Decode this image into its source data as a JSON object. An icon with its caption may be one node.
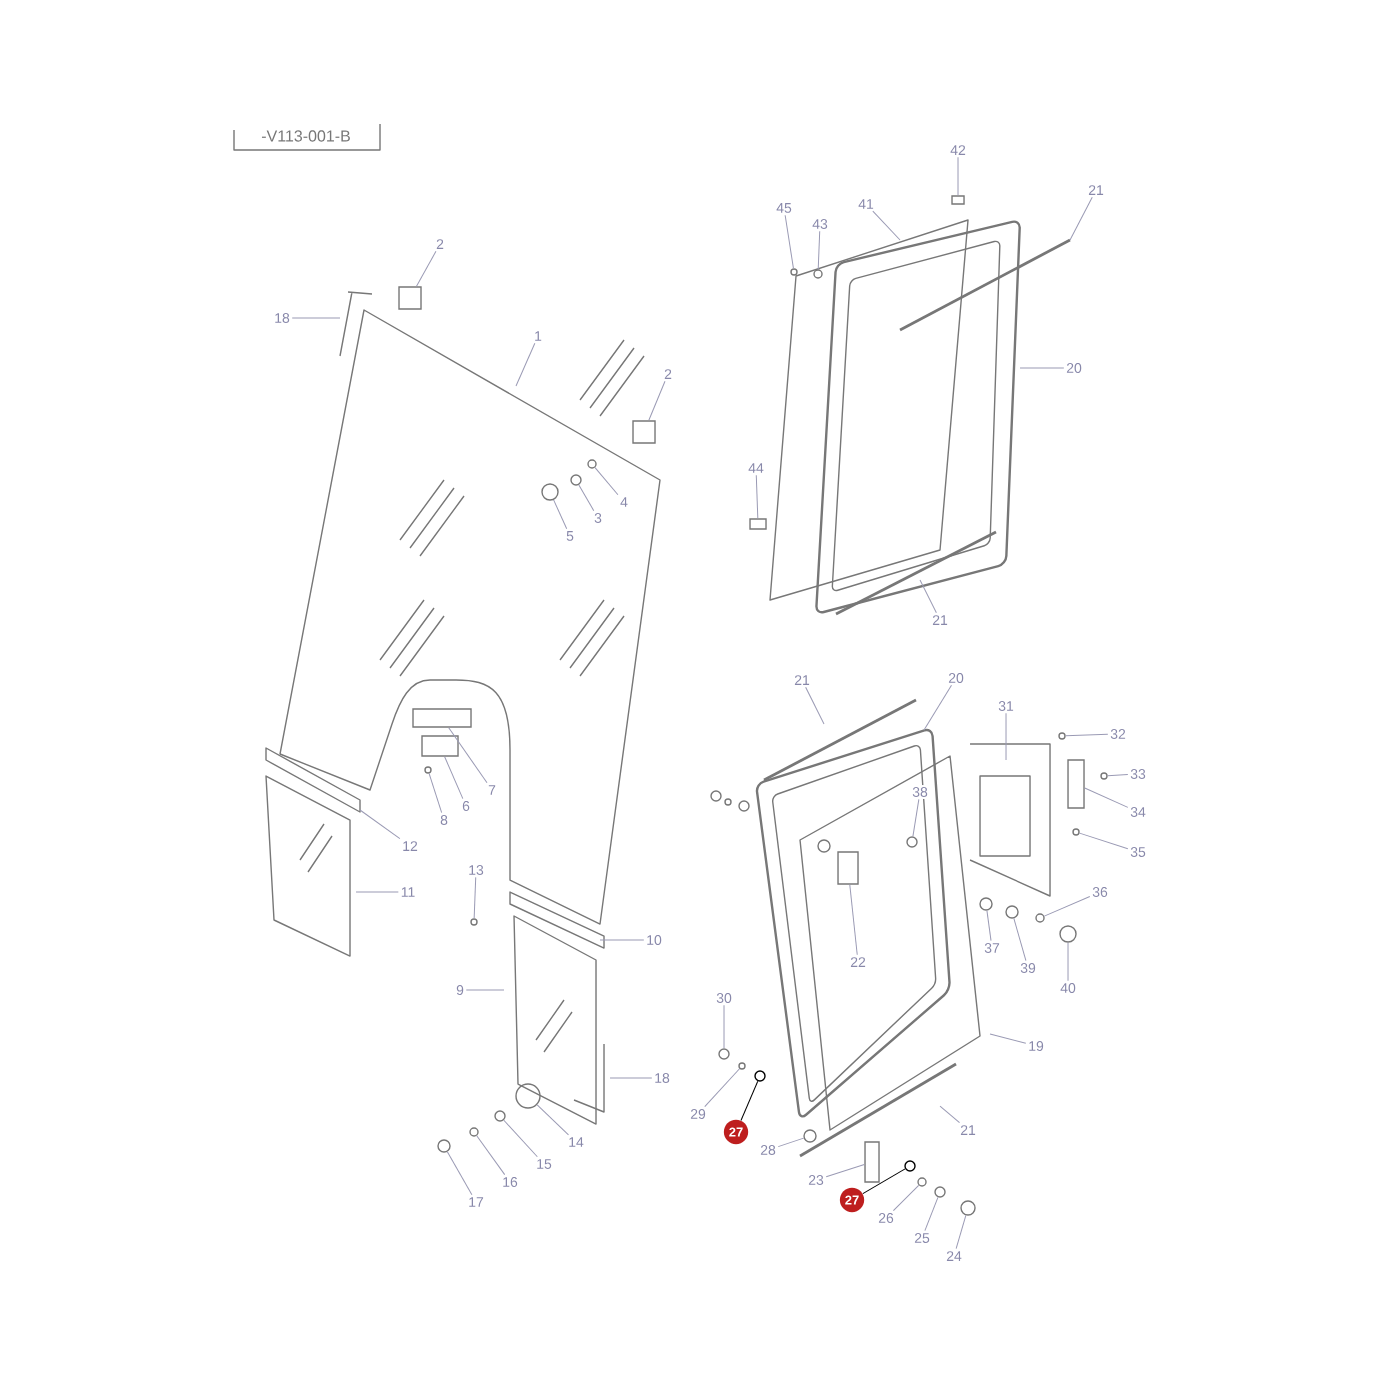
{
  "diagram": {
    "nodes": [
      {
        "text": [
          "2"
        ]
      },
      {
        "text": [
          "2"
        ]
      },
      {
        "text": [
          "18"
        ]
      },
      {
        "text": [
          "1"
        ]
      },
      {
        "text": [
          "4"
        ]
      },
      {
        "text": [
          "3"
        ]
      },
      {
        "text": [
          "5"
        ]
      },
      {
        "text": [
          "7"
        ]
      },
      {
        "text": [
          "6"
        ]
      },
      {
        "text": [
          "8"
        ]
      },
      {
        "text": [
          "12"
        ]
      },
      {
        "text": [
          "11"
        ]
      },
      {
        "text": [
          "13"
        ]
      },
      {
        "text": [
          "10"
        ]
      },
      {
        "text": [
          "9"
        ]
      },
      {
        "text": [
          "18"
        ]
      },
      {
        "text": [
          "14"
        ]
      },
      {
        "text": [
          "15"
        ]
      },
      {
        "text": [
          "16"
        ]
      },
      {
        "text": [
          "17"
        ]
      },
      {
        "text": [
          "42"
        ]
      },
      {
        "text": [
          "45"
        ]
      },
      {
        "text": [
          "43"
        ]
      },
      {
        "text": [
          "41"
        ]
      },
      {
        "text": [
          "21"
        ]
      },
      {
        "text": [
          "20"
        ]
      },
      {
        "text": [
          "44"
        ]
      },
      {
        "text": [
          "21"
        ]
      },
      {
        "text": [
          "21"
        ]
      },
      {
        "text": [
          "20"
        ]
      },
      {
        "text": [
          "31"
        ]
      },
      {
        "text": [
          "32"
        ]
      },
      {
        "text": [
          "33"
        ]
      },
      {
        "text": [
          "34"
        ]
      },
      {
        "text": [
          "35"
        ]
      },
      {
        "text": [
          "36"
        ]
      },
      {
        "text": [
          "38"
        ]
      },
      {
        "text": [
          "22"
        ]
      },
      {
        "text": [
          "37"
        ]
      },
      {
        "text": [
          "39"
        ]
      },
      {
        "text": [
          "40"
        ]
      },
      {
        "text": [
          "19"
        ]
      },
      {
        "text": [
          "30"
        ]
      },
      {
        "text": [
          "29"
        ]
      },
      {
        "text": [
          "27"
        ]
      },
      {
        "text": [
          "28"
        ]
      },
      {
        "text": [
          "21"
        ]
      },
      {
        "text": [
          "23"
        ]
      },
      {
        "text": [
          "27"
        ]
      },
      {
        "text": [
          "26"
        ]
      },
      {
        "text": [
          "25"
        ]
      },
      {
        "text": [
          "24"
        ]
      },
      {
        "text": [],
        "shape": "box"
      },
      {
        "text": [],
        "shape": "box"
      },
      {
        "text": [],
        "shape": "circle"
      },
      {
        "text": [],
        "shape": "circle"
      },
      {
        "text": [],
        "shape": "circle"
      },
      {
        "text": [],
        "shape": "box"
      },
      {
        "text": [],
        "shape": "box"
      },
      {
        "text": [],
        "shape": "circle"
      },
      {
        "text": [],
        "shape": "circle"
      },
      {
        "text": [],
        "shape": "circle"
      },
      {
        "text": [],
        "shape": "circle"
      },
      {
        "text": [],
        "shape": "circle"
      },
      {
        "text": [],
        "shape": "circle"
      },
      {
        "text": [],
        "shape": "box"
      },
      {
        "text": [],
        "shape": "circle"
      },
      {
        "text": [],
        "shape": "circle"
      },
      {
        "text": [],
        "shape": "box"
      },
      {
        "text": [],
        "shape": "circle"
      },
      {
        "text": [],
        "shape": "circle"
      },
      {
        "text": [],
        "shape": "box"
      },
      {
        "text": [],
        "shape": "circle"
      },
      {
        "text": [],
        "shape": "circle"
      },
      {
        "text": [],
        "shape": "circle"
      },
      {
        "text": [],
        "shape": "box"
      },
      {
        "text": [],
        "shape": "circle"
      },
      {
        "text": [],
        "shape": "circle"
      },
      {
        "text": [],
        "shape": "circle"
      },
      {
        "text": [],
        "shape": "circle"
      },
      {
        "text": [],
        "shape": "circle"
      },
      {
        "text": [],
        "shape": "circle"
      },
      {
        "text": [],
        "shape": "circle"
      },
      {
        "text": [],
        "shape": "box"
      },
      {
        "text": [],
        "shape": "circle"
      },
      {
        "text": [],
        "shape": "circle"
      },
      {
        "text": [],
        "shape": "circle"
      },
      {
        "text": [],
        "shape": "circle"
      }
    ],
    "edges": [
      {
        "from": 0,
        "to": 52,
        "arrow": "none"
      },
      {
        "from": 1,
        "to": 53,
        "arrow": "none"
      },
      {
        "from": 2,
        "to": null,
        "arrow": "none"
      },
      {
        "from": 3,
        "to": null,
        "arrow": "none"
      },
      {
        "from": 4,
        "to": 54,
        "arrow": "none"
      },
      {
        "from": 5,
        "to": 55,
        "arrow": "none"
      },
      {
        "from": 6,
        "to": 56,
        "arrow": "none"
      },
      {
        "from": 7,
        "to": 57,
        "arrow": "none"
      },
      {
        "from": 8,
        "to": 58,
        "arrow": "none"
      },
      {
        "from": 9,
        "to": 59,
        "arrow": "none"
      },
      {
        "from": 10,
        "to": null,
        "arrow": "none"
      },
      {
        "from": 11,
        "to": null,
        "arrow": "none"
      },
      {
        "from": 12,
        "to": 60,
        "arrow": "none"
      },
      {
        "from": 13,
        "to": null,
        "arrow": "none"
      },
      {
        "from": 14,
        "to": null,
        "arrow": "none"
      },
      {
        "from": 15,
        "to": null,
        "arrow": "none"
      },
      {
        "from": 16,
        "to": 61,
        "arrow": "none"
      },
      {
        "from": 17,
        "to": 62,
        "arrow": "none"
      },
      {
        "from": 18,
        "to": 63,
        "arrow": "none"
      },
      {
        "from": 19,
        "to": 64,
        "arrow": "none"
      },
      {
        "from": 20,
        "to": 65,
        "arrow": "none"
      },
      {
        "from": 21,
        "to": 66,
        "arrow": "none"
      },
      {
        "from": 22,
        "to": 67,
        "arrow": "none"
      },
      {
        "from": 23,
        "to": null,
        "arrow": "none"
      },
      {
        "from": 24,
        "to": null,
        "arrow": "none"
      },
      {
        "from": 25,
        "to": null,
        "arrow": "none"
      },
      {
        "from": 26,
        "to": 68,
        "arrow": "none"
      },
      {
        "from": 27,
        "to": null,
        "arrow": "none"
      },
      {
        "from": 28,
        "to": null,
        "arrow": "none"
      },
      {
        "from": 29,
        "to": null,
        "arrow": "none"
      },
      {
        "from": 30,
        "to": null,
        "arrow": "none"
      },
      {
        "from": 31,
        "to": 69,
        "arrow": "none"
      },
      {
        "from": 32,
        "to": 70,
        "arrow": "none"
      },
      {
        "from": 33,
        "to": 71,
        "arrow": "none"
      },
      {
        "from": 34,
        "to": 72,
        "arrow": "none"
      },
      {
        "from": 35,
        "to": 73,
        "arrow": "none"
      },
      {
        "from": 36,
        "to": 74,
        "arrow": "none"
      },
      {
        "from": 37,
        "to": 75,
        "arrow": "none"
      },
      {
        "from": 38,
        "to": 76,
        "arrow": "none"
      },
      {
        "from": 39,
        "to": 77,
        "arrow": "none"
      },
      {
        "from": 40,
        "to": 78,
        "arrow": "none"
      },
      {
        "from": 41,
        "to": null,
        "arrow": "none"
      },
      {
        "from": 42,
        "to": 79,
        "arrow": "none"
      },
      {
        "from": 43,
        "to": 80,
        "arrow": "none"
      },
      {
        "from": 44,
        "to": 81,
        "arrow": "none",
        "color": "#000000"
      },
      {
        "from": 45,
        "to": 82,
        "arrow": "none"
      },
      {
        "from": 46,
        "to": null,
        "arrow": "none"
      },
      {
        "from": 47,
        "to": 83,
        "arrow": "none"
      },
      {
        "from": 48,
        "to": 84,
        "arrow": "none",
        "color": "#000000"
      },
      {
        "from": 49,
        "to": 85,
        "arrow": "none"
      },
      {
        "from": 50,
        "to": 86,
        "arrow": "none"
      },
      {
        "from": 51,
        "to": 87,
        "arrow": "none"
      }
    ],
    "labels": [
      "-V113-001-B"
    ]
  }
}
